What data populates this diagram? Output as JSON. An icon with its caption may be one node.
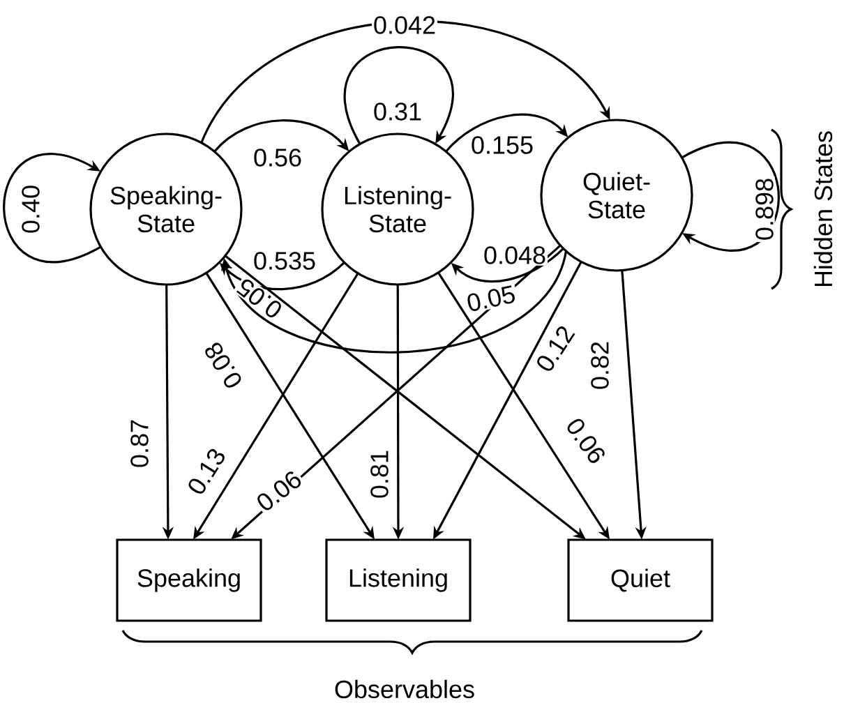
{
  "diagram": {
    "nodes": [
      {
        "text": [
          "Speaking-State"
        ]
      },
      {
        "text": [
          "Listening-State"
        ]
      },
      {
        "text": [
          "Quiet-State"
        ]
      },
      {
        "text": [
          "Speaking"
        ]
      },
      {
        "text": [
          "Listening"
        ]
      },
      {
        "text": [
          "Quiet"
        ]
      }
    ],
    "edges": [
      {
        "from": 0,
        "to": 0,
        "arrow": "to",
        "label": "0.40"
      },
      {
        "from": 0,
        "to": 1,
        "arrow": "to",
        "label": "0.56"
      },
      {
        "from": 1,
        "to": 1,
        "arrow": "to",
        "label": "0.31"
      },
      {
        "from": 1,
        "to": 2,
        "arrow": "to",
        "label": "0.155"
      },
      {
        "from": 2,
        "to": 2,
        "arrow": "to",
        "label": "0.898"
      },
      {
        "from": 0,
        "to": 2,
        "arrow": "to",
        "label": "0.042"
      },
      {
        "from": 1,
        "to": 0,
        "arrow": "to",
        "label": "0.535"
      },
      {
        "from": 2,
        "to": 1,
        "arrow": "to",
        "label": "0.048"
      },
      {
        "from": 2,
        "to": 0,
        "arrow": "to",
        "label": "0.05"
      },
      {
        "from": 0,
        "to": 3,
        "arrow": "to",
        "label": "0.87"
      },
      {
        "from": 0,
        "to": 4,
        "arrow": "to",
        "label": "0.08"
      },
      {
        "from": 0,
        "to": 5,
        "arrow": "to",
        "label": "0.05"
      },
      {
        "from": 1,
        "to": 3,
        "arrow": "to",
        "label": "0.13"
      },
      {
        "from": 1,
        "to": 4,
        "arrow": "to",
        "label": "0.81"
      },
      {
        "from": 1,
        "to": 5,
        "arrow": "to",
        "label": "0.06"
      },
      {
        "from": 2,
        "to": 3,
        "arrow": "to",
        "label": "0.06"
      },
      {
        "from": 2,
        "to": 4,
        "arrow": "to",
        "label": "0.12"
      },
      {
        "from": 2,
        "to": 5,
        "arrow": "to",
        "label": "0.82"
      }
    ],
    "labels": [
      "Hidden States",
      "Observables"
    ]
  }
}
